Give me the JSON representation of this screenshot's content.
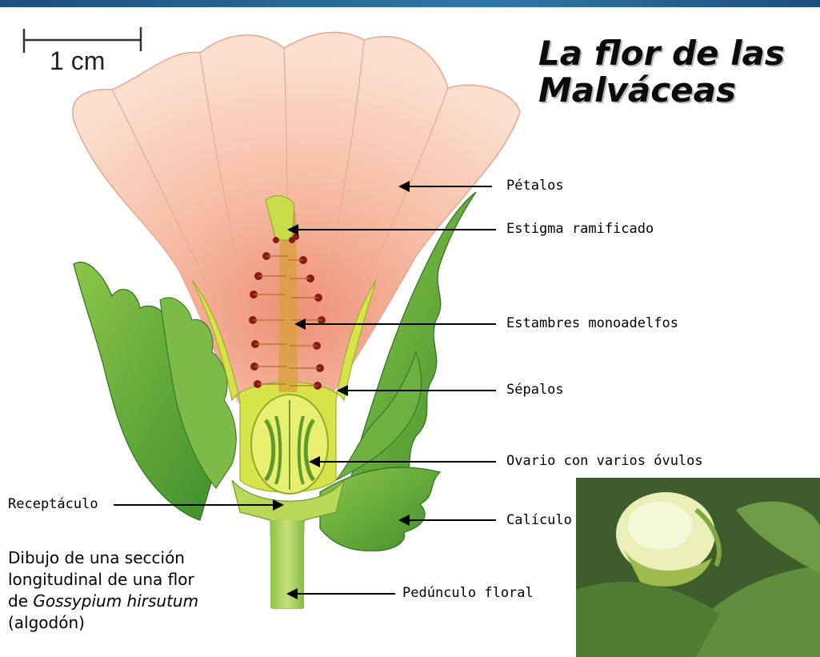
{
  "title": {
    "line1": "La flor de las",
    "line2": "Malváceas"
  },
  "scale_bar": {
    "label": "1 cm"
  },
  "labels": {
    "petalos": "Pétalos",
    "estigma": "Estigma ramificado",
    "estambres": "Estambres monoadelfos",
    "sepalos": "Sépalos",
    "ovario": "Ovario con varios óvulos",
    "calículo": "Calículo",
    "receptaculo": "Receptáculo",
    "pedunculo": "Pedúnculo floral"
  },
  "caption": {
    "line1": "Dibujo de una sección",
    "line2": "longitudinal de una flor",
    "line3_prefix": "de ",
    "species": "Gossypium hirsutum",
    "line4": "(algodón)"
  },
  "colors": {
    "petal": "#f6c6ad",
    "petal_center": "#f09e86",
    "leaf": "#5aa83c",
    "leaf_light": "#9fcf5a",
    "sepal": "#d8e64a",
    "anther": "#8a1a14",
    "header": "#1c4f7c"
  }
}
